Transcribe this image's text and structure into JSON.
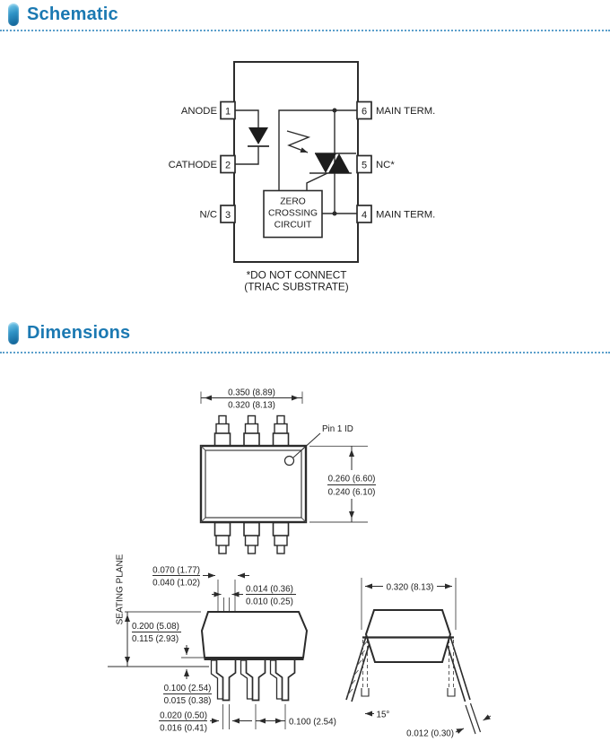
{
  "sections": {
    "schematic": "Schematic",
    "dimensions": "Dimensions"
  },
  "schematic": {
    "pins": [
      {
        "num": "1",
        "label": "ANODE"
      },
      {
        "num": "2",
        "label": "CATHODE"
      },
      {
        "num": "3",
        "label": "N/C"
      },
      {
        "num": "6",
        "label": "MAIN TERM."
      },
      {
        "num": "5",
        "label": "NC*"
      },
      {
        "num": "4",
        "label": "MAIN TERM."
      }
    ],
    "block": [
      "ZERO",
      "CROSSING",
      "CIRCUIT"
    ],
    "note1": "*DO NOT CONNECT",
    "note2": "(TRIAC SUBSTRATE)"
  },
  "dims": {
    "top_width_max": "0.350 (8.89)",
    "top_width_min": "0.320 (8.13)",
    "depth_max": "0.260 (6.60)",
    "depth_min": "0.240 (6.10)",
    "pin1_id": "Pin 1 ID",
    "seating_plane": "SEATING PLANE",
    "shoulder_max": "0.070 (1.77)",
    "shoulder_min": "0.040 (1.02)",
    "lead_thk_max": "0.014 (0.36)",
    "lead_thk_min": "0.010 (0.25)",
    "height_max": "0.200 (5.08)",
    "height_min": "0.115 (2.93)",
    "standoff_max": "0.100 (2.54)",
    "standoff_min": "0.015 (0.38)",
    "foot_max": "0.020 (0.50)",
    "foot_min": "0.016 (0.41)",
    "pitch": "0.100 (2.54)",
    "end_width": "0.320 (8.13)",
    "lead_angle": "15°",
    "lead_thickness": "0.012 (0.30)"
  },
  "colors": {
    "accent": "#1b79b2",
    "rule_dots": "#5b9fcb",
    "ink": "#1c1c1c"
  }
}
